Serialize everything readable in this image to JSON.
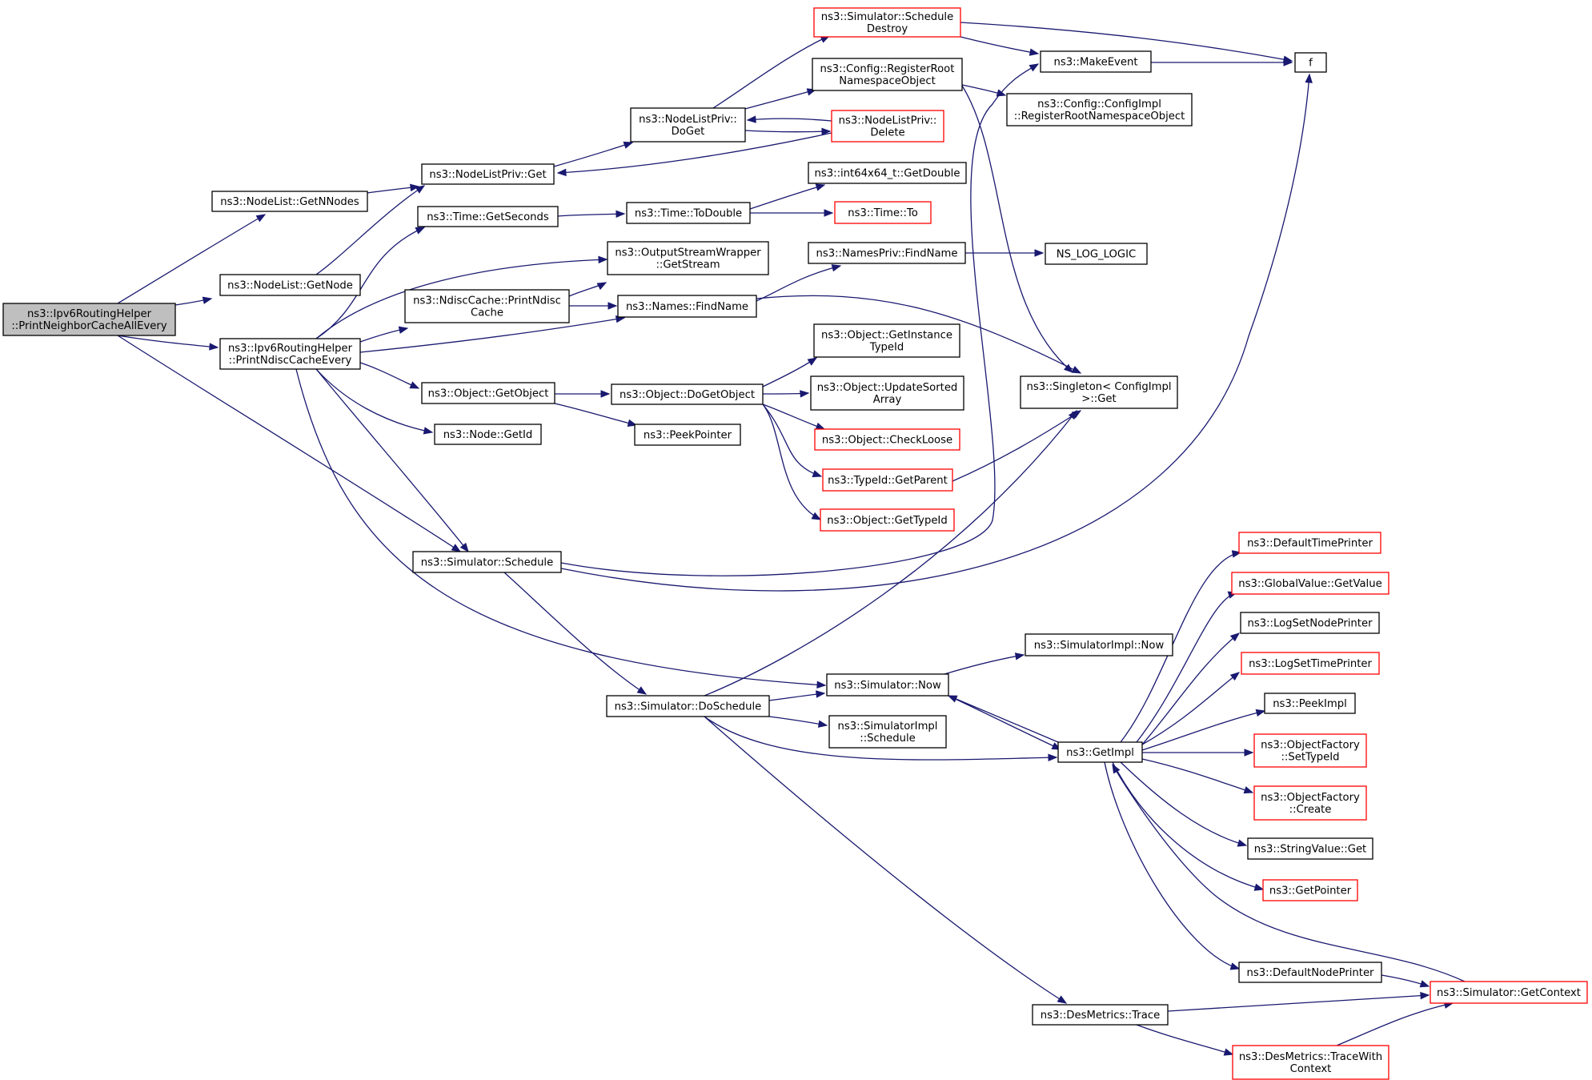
{
  "colors": {
    "edge": "#191970",
    "node_border_documented": "#000000",
    "node_border_truncated": "#ff0000",
    "root_fill": "#bfbfbf",
    "node_fill": "#ffffff"
  },
  "nodes": [
    {
      "id": "root",
      "lines": [
        "ns3::Ipv6RoutingHelper",
        "::PrintNeighborCacheAllEvery"
      ],
      "style": "root"
    },
    {
      "id": "nl_getnnodes",
      "lines": [
        "ns3::NodeList::GetNNodes"
      ],
      "style": "normal"
    },
    {
      "id": "nl_getnode",
      "lines": [
        "ns3::NodeList::GetNode"
      ],
      "style": "normal"
    },
    {
      "id": "printndisc_every",
      "lines": [
        "ns3::Ipv6RoutingHelper",
        "::PrintNdiscCacheEvery"
      ],
      "style": "normal"
    },
    {
      "id": "nlp_get",
      "lines": [
        "ns3::NodeListPriv::Get"
      ],
      "style": "normal"
    },
    {
      "id": "time_getseconds",
      "lines": [
        "ns3::Time::GetSeconds"
      ],
      "style": "normal"
    },
    {
      "id": "ndisc_print",
      "lines": [
        "ns3::NdiscCache::PrintNdisc",
        "Cache"
      ],
      "style": "normal"
    },
    {
      "id": "obj_getobject",
      "lines": [
        "ns3::Object::GetObject"
      ],
      "style": "normal"
    },
    {
      "id": "node_getid",
      "lines": [
        "ns3::Node::GetId"
      ],
      "style": "normal"
    },
    {
      "id": "sim_schedule",
      "lines": [
        "ns3::Simulator::Schedule"
      ],
      "style": "normal"
    },
    {
      "id": "nlp_doget",
      "lines": [
        "ns3::NodeListPriv::",
        "DoGet"
      ],
      "style": "normal"
    },
    {
      "id": "time_todouble",
      "lines": [
        "ns3::Time::ToDouble"
      ],
      "style": "normal"
    },
    {
      "id": "osw_getstream",
      "lines": [
        "ns3::OutputStreamWrapper",
        "::GetStream"
      ],
      "style": "normal"
    },
    {
      "id": "names_findname",
      "lines": [
        "ns3::Names::FindName"
      ],
      "style": "normal"
    },
    {
      "id": "obj_dogetobject",
      "lines": [
        "ns3::Object::DoGetObject"
      ],
      "style": "normal"
    },
    {
      "id": "peekpointer",
      "lines": [
        "ns3::PeekPointer"
      ],
      "style": "normal"
    },
    {
      "id": "sim_doschedule",
      "lines": [
        "ns3::Simulator::DoSchedule"
      ],
      "style": "normal"
    },
    {
      "id": "sim_schedule_destroy",
      "lines": [
        "ns3::Simulator::Schedule",
        "Destroy"
      ],
      "style": "red"
    },
    {
      "id": "cfg_regroot",
      "lines": [
        "ns3::Config::RegisterRoot",
        "NamespaceObject"
      ],
      "style": "normal"
    },
    {
      "id": "nlp_delete",
      "lines": [
        "ns3::NodeListPriv::",
        "Delete"
      ],
      "style": "red"
    },
    {
      "id": "i64_getdouble",
      "lines": [
        "ns3::int64x64_t::GetDouble"
      ],
      "style": "normal"
    },
    {
      "id": "time_to",
      "lines": [
        "ns3::Time::To"
      ],
      "style": "red"
    },
    {
      "id": "namespriv_findname",
      "lines": [
        "ns3::NamesPriv::FindName"
      ],
      "style": "normal"
    },
    {
      "id": "obj_getinstancetypeid",
      "lines": [
        "ns3::Object::GetInstance",
        "TypeId"
      ],
      "style": "normal"
    },
    {
      "id": "obj_updatesorted",
      "lines": [
        "ns3::Object::UpdateSorted",
        "Array"
      ],
      "style": "normal"
    },
    {
      "id": "obj_checkloose",
      "lines": [
        "ns3::Object::CheckLoose"
      ],
      "style": "red"
    },
    {
      "id": "typeid_getparent",
      "lines": [
        "ns3::TypeId::GetParent"
      ],
      "style": "red"
    },
    {
      "id": "obj_gettypeid",
      "lines": [
        "ns3::Object::GetTypeId"
      ],
      "style": "red"
    },
    {
      "id": "sim_now",
      "lines": [
        "ns3::Simulator::Now"
      ],
      "style": "normal"
    },
    {
      "id": "simimpl_schedule",
      "lines": [
        "ns3::SimulatorImpl",
        "::Schedule"
      ],
      "style": "normal"
    },
    {
      "id": "desmetrics_trace",
      "lines": [
        "ns3::DesMetrics::Trace"
      ],
      "style": "normal"
    },
    {
      "id": "makeevent",
      "lines": [
        "ns3::MakeEvent"
      ],
      "style": "normal"
    },
    {
      "id": "cfgimpl_regroot",
      "lines": [
        "ns3::Config::ConfigImpl",
        "::RegisterRootNamespaceObject"
      ],
      "style": "normal"
    },
    {
      "id": "ns_log_logic",
      "lines": [
        "NS_LOG_LOGIC"
      ],
      "style": "normal"
    },
    {
      "id": "singleton_get",
      "lines": [
        "ns3::Singleton< ConfigImpl",
        " >::Get"
      ],
      "style": "normal"
    },
    {
      "id": "simimpl_now",
      "lines": [
        "ns3::SimulatorImpl::Now"
      ],
      "style": "normal"
    },
    {
      "id": "getimpl",
      "lines": [
        "ns3::GetImpl"
      ],
      "style": "normal"
    },
    {
      "id": "f",
      "lines": [
        "f"
      ],
      "style": "normal"
    },
    {
      "id": "defaulttimeprinter",
      "lines": [
        "ns3::DefaultTimePrinter"
      ],
      "style": "red"
    },
    {
      "id": "globalvalue_getvalue",
      "lines": [
        "ns3::GlobalValue::GetValue"
      ],
      "style": "red"
    },
    {
      "id": "logsetnodeprinter",
      "lines": [
        "ns3::LogSetNodePrinter"
      ],
      "style": "normal"
    },
    {
      "id": "logsettimeprinter",
      "lines": [
        "ns3::LogSetTimePrinter"
      ],
      "style": "red"
    },
    {
      "id": "peekimpl",
      "lines": [
        "ns3::PeekImpl"
      ],
      "style": "normal"
    },
    {
      "id": "objfactory_settypeid",
      "lines": [
        "ns3::ObjectFactory",
        "::SetTypeId"
      ],
      "style": "red"
    },
    {
      "id": "objfactory_create",
      "lines": [
        "ns3::ObjectFactory",
        "::Create"
      ],
      "style": "red"
    },
    {
      "id": "stringvalue_get",
      "lines": [
        "ns3::StringValue::Get"
      ],
      "style": "normal"
    },
    {
      "id": "getpointer",
      "lines": [
        "ns3::GetPointer"
      ],
      "style": "red"
    },
    {
      "id": "defaultnodeprinter",
      "lines": [
        "ns3::DefaultNodePrinter"
      ],
      "style": "normal"
    },
    {
      "id": "sim_getcontext",
      "lines": [
        "ns3::Simulator::GetContext"
      ],
      "style": "red"
    },
    {
      "id": "desmetrics_tracewith",
      "lines": [
        "ns3::DesMetrics::TraceWith",
        "Context"
      ],
      "style": "red"
    }
  ],
  "edges": [
    {
      "from": "root",
      "to": "nl_getnnodes"
    },
    {
      "from": "root",
      "to": "nl_getnode"
    },
    {
      "from": "root",
      "to": "printndisc_every"
    },
    {
      "from": "root",
      "to": "sim_schedule"
    },
    {
      "from": "nl_getnnodes",
      "to": "nlp_get"
    },
    {
      "from": "nl_getnode",
      "to": "nlp_get"
    },
    {
      "from": "nlp_get",
      "to": "nlp_doget"
    },
    {
      "from": "nlp_doget",
      "to": "sim_schedule_destroy"
    },
    {
      "from": "nlp_doget",
      "to": "cfg_regroot"
    },
    {
      "from": "nlp_doget",
      "to": "nlp_delete"
    },
    {
      "from": "nlp_delete",
      "to": "nlp_doget"
    },
    {
      "from": "nlp_delete",
      "to": "nlp_get"
    },
    {
      "from": "sim_schedule_destroy",
      "to": "makeevent"
    },
    {
      "from": "sim_schedule_destroy",
      "to": "f"
    },
    {
      "from": "makeevent",
      "to": "f"
    },
    {
      "from": "cfg_regroot",
      "to": "cfgimpl_regroot"
    },
    {
      "from": "cfg_regroot",
      "to": "singleton_get"
    },
    {
      "from": "printndisc_every",
      "to": "time_getseconds"
    },
    {
      "from": "printndisc_every",
      "to": "osw_getstream"
    },
    {
      "from": "printndisc_every",
      "to": "ndisc_print"
    },
    {
      "from": "printndisc_every",
      "to": "names_findname"
    },
    {
      "from": "printndisc_every",
      "to": "obj_getobject"
    },
    {
      "from": "printndisc_every",
      "to": "node_getid"
    },
    {
      "from": "printndisc_every",
      "to": "sim_schedule"
    },
    {
      "from": "printndisc_every",
      "to": "sim_now"
    },
    {
      "from": "time_getseconds",
      "to": "time_todouble"
    },
    {
      "from": "time_todouble",
      "to": "i64_getdouble"
    },
    {
      "from": "time_todouble",
      "to": "time_to"
    },
    {
      "from": "ndisc_print",
      "to": "osw_getstream"
    },
    {
      "from": "ndisc_print",
      "to": "names_findname"
    },
    {
      "from": "names_findname",
      "to": "namespriv_findname"
    },
    {
      "from": "names_findname",
      "to": "singleton_get"
    },
    {
      "from": "namespriv_findname",
      "to": "ns_log_logic"
    },
    {
      "from": "obj_getobject",
      "to": "obj_dogetobject"
    },
    {
      "from": "obj_getobject",
      "to": "peekpointer"
    },
    {
      "from": "obj_dogetobject",
      "to": "obj_getinstancetypeid"
    },
    {
      "from": "obj_dogetobject",
      "to": "obj_updatesorted"
    },
    {
      "from": "obj_dogetobject",
      "to": "obj_checkloose"
    },
    {
      "from": "obj_dogetobject",
      "to": "typeid_getparent"
    },
    {
      "from": "obj_dogetobject",
      "to": "obj_gettypeid"
    },
    {
      "from": "typeid_getparent",
      "to": "singleton_get"
    },
    {
      "from": "sim_schedule",
      "to": "makeevent"
    },
    {
      "from": "sim_schedule",
      "to": "f"
    },
    {
      "from": "sim_schedule",
      "to": "sim_doschedule"
    },
    {
      "from": "sim_doschedule",
      "to": "singleton_get"
    },
    {
      "from": "sim_doschedule",
      "to": "sim_now"
    },
    {
      "from": "sim_doschedule",
      "to": "simimpl_schedule"
    },
    {
      "from": "sim_doschedule",
      "to": "getimpl"
    },
    {
      "from": "sim_doschedule",
      "to": "desmetrics_trace"
    },
    {
      "from": "sim_now",
      "to": "simimpl_now"
    },
    {
      "from": "sim_now",
      "to": "getimpl"
    },
    {
      "from": "getimpl",
      "to": "sim_now"
    },
    {
      "from": "getimpl",
      "to": "defaulttimeprinter"
    },
    {
      "from": "getimpl",
      "to": "globalvalue_getvalue"
    },
    {
      "from": "getimpl",
      "to": "logsetnodeprinter"
    },
    {
      "from": "getimpl",
      "to": "logsettimeprinter"
    },
    {
      "from": "getimpl",
      "to": "peekimpl"
    },
    {
      "from": "getimpl",
      "to": "objfactory_settypeid"
    },
    {
      "from": "getimpl",
      "to": "objfactory_create"
    },
    {
      "from": "getimpl",
      "to": "stringvalue_get"
    },
    {
      "from": "getimpl",
      "to": "getpointer"
    },
    {
      "from": "getimpl",
      "to": "defaultnodeprinter"
    },
    {
      "from": "defaultnodeprinter",
      "to": "sim_getcontext"
    },
    {
      "from": "sim_getcontext",
      "to": "getimpl"
    },
    {
      "from": "desmetrics_trace",
      "to": "sim_getcontext"
    },
    {
      "from": "desmetrics_trace",
      "to": "desmetrics_tracewith"
    },
    {
      "from": "desmetrics_tracewith",
      "to": "sim_getcontext"
    }
  ]
}
